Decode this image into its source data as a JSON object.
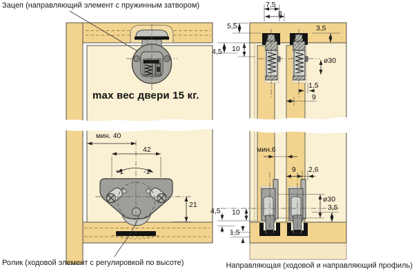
{
  "labels": {
    "hook": "Зацеп (направляющий элемент с пружинным затвором)",
    "roller": "Ролик (ходовой элемент с регулировкой по высоте)",
    "guide": "Направляющая (ходовой и направляющий профиль)",
    "max_weight": "max вес двери 15 кг."
  },
  "left_view": {
    "dims": {
      "min40": "мин. 40",
      "d42": "42",
      "plus1": "+1",
      "minus1": "-1",
      "d21": "21"
    }
  },
  "right_view": {
    "top_dims": {
      "d75": "7,5",
      "d8": "8",
      "d55": "5,5",
      "d45": "4,5",
      "d10": "10",
      "d35": "3,5",
      "dia30": "ø30",
      "d15": "1,5",
      "d9": "9"
    },
    "mid_dims": {
      "min6": "мин.6"
    },
    "bottom_dims": {
      "d9": "9",
      "d26": "2,6",
      "dia30": "ø30",
      "d35": "3,5",
      "d45": "4,5",
      "d10": "10",
      "d15": "1,5"
    }
  },
  "colors": {
    "wood": "#f3d48f",
    "wood_light": "#faf0d3",
    "wood_under": "#f7e8c6",
    "hardware_gray": "#a6a6a0",
    "profile_black": "#141414",
    "outline": "#55524a"
  }
}
